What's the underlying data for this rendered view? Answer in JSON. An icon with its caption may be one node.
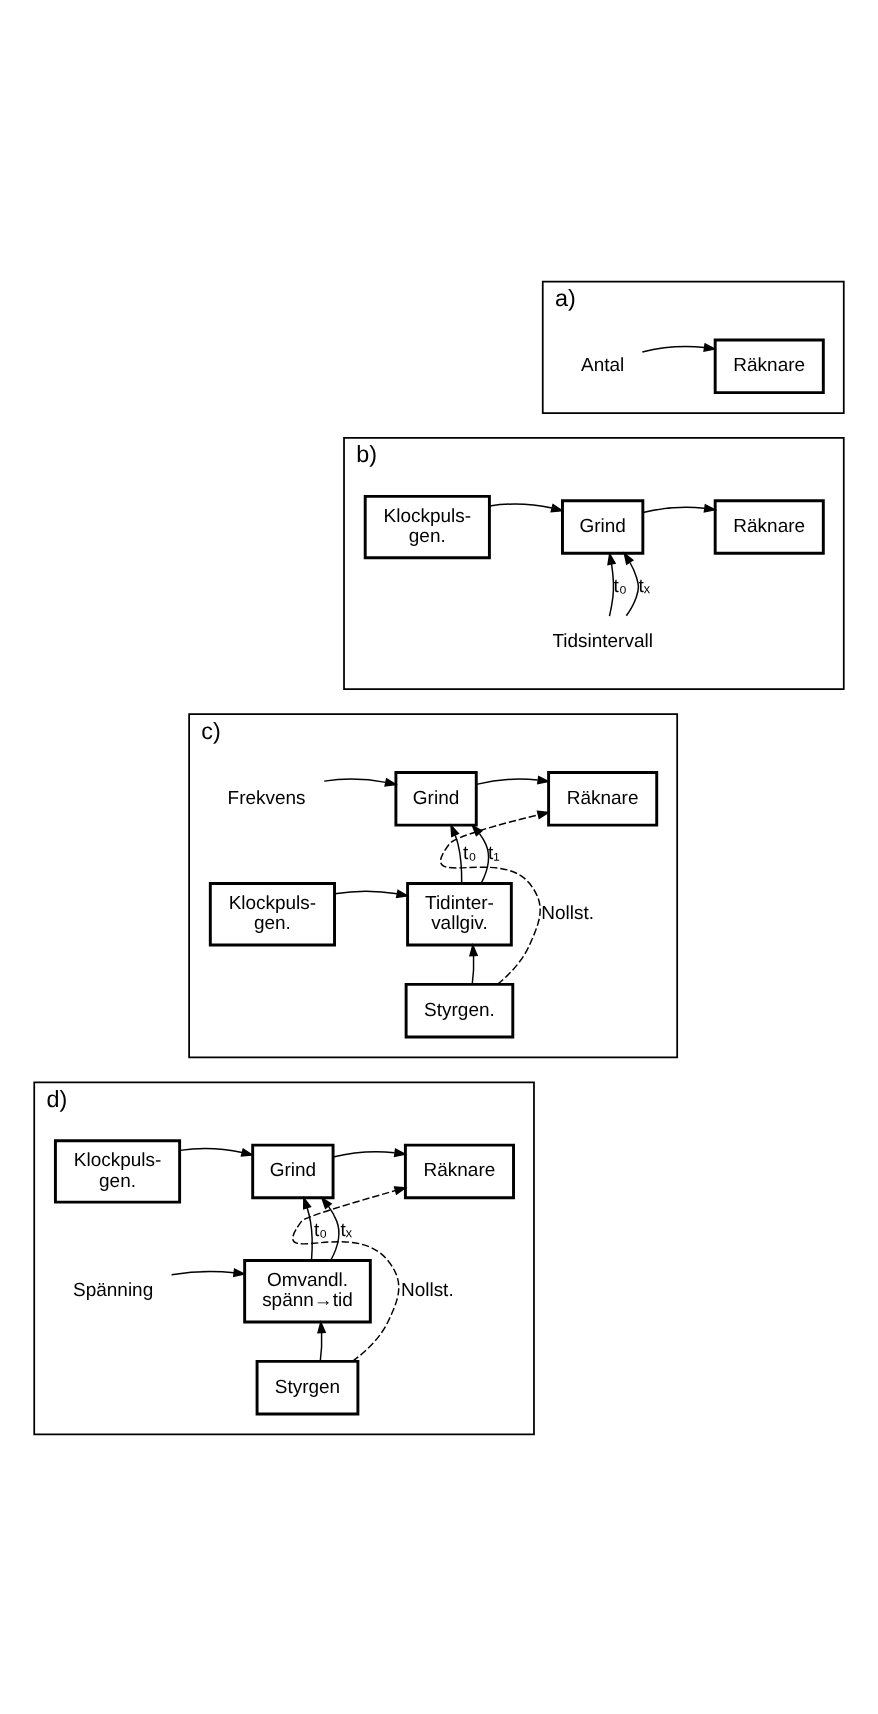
{
  "diagram": {
    "nodes": [
      {
        "text": [
          "a)"
        ]
      },
      {
        "text": [
          "Antal"
        ],
        "in": 0
      },
      {
        "text": [
          "Räknare"
        ],
        "in": 0
      },
      {
        "text": [
          "b)"
        ]
      },
      {
        "text": [
          "Klockpuls- gen."
        ],
        "in": 3
      },
      {
        "text": [
          "Grind"
        ],
        "in": 3
      },
      {
        "text": [
          "Räknare"
        ],
        "in": 3
      },
      {
        "text": [
          "Tidsintervall"
        ],
        "in": 3
      },
      {
        "text": [
          "c)"
        ]
      },
      {
        "text": [
          "Frekvens"
        ],
        "in": 8
      },
      {
        "text": [
          "Grind"
        ],
        "in": 8
      },
      {
        "text": [
          "Räknare"
        ],
        "in": 8
      },
      {
        "text": [
          "Klockpuls- gen."
        ],
        "in": 8
      },
      {
        "text": [
          "Tidinter- vallgiv."
        ],
        "in": 8
      },
      {
        "text": [
          "Styrgen."
        ],
        "in": 8
      },
      {
        "text": [
          "d)"
        ]
      },
      {
        "text": [
          "Klockpuls- gen."
        ],
        "in": 15
      },
      {
        "text": [
          "Grind"
        ],
        "in": 15
      },
      {
        "text": [
          "Räknare"
        ],
        "in": 15
      },
      {
        "text": [
          "Spänning"
        ],
        "in": 15
      },
      {
        "text": [
          "Omvandl. spänn→tid"
        ],
        "in": 15
      },
      {
        "text": [
          "Styrgen"
        ],
        "in": 15
      }
    ],
    "edges": [
      {
        "from": 1,
        "to": 2,
        "arrow": "to"
      },
      {
        "from": 4,
        "to": 5,
        "arrow": "to"
      },
      {
        "from": 5,
        "to": 6,
        "arrow": "to"
      },
      {
        "from": 7,
        "to": 5,
        "arrow": "to",
        "label": "t₀"
      },
      {
        "from": 7,
        "to": 5,
        "arrow": "to",
        "label": "tₓ"
      },
      {
        "from": 9,
        "to": 10,
        "arrow": "to"
      },
      {
        "from": 10,
        "to": 11,
        "arrow": "to"
      },
      {
        "from": 13,
        "to": 10,
        "arrow": "to",
        "label": "t₀"
      },
      {
        "from": 13,
        "to": 10,
        "arrow": "to",
        "label": "t₁"
      },
      {
        "from": 12,
        "to": 13,
        "arrow": "to"
      },
      {
        "from": 14,
        "to": 13,
        "arrow": "to"
      },
      {
        "from": 14,
        "to": 11,
        "arrow": "to",
        "label": "Nollst.",
        "style": "dashed"
      },
      {
        "from": 16,
        "to": 17,
        "arrow": "to"
      },
      {
        "from": 17,
        "to": 18,
        "arrow": "to"
      },
      {
        "from": 20,
        "to": 17,
        "arrow": "to",
        "label": "t₀"
      },
      {
        "from": 20,
        "to": 17,
        "arrow": "to",
        "label": "tₓ"
      },
      {
        "from": 19,
        "to": 20,
        "arrow": "to"
      },
      {
        "from": 21,
        "to": 20,
        "arrow": "to"
      },
      {
        "from": 21,
        "to": 18,
        "arrow": "to",
        "label": "Nollst.",
        "style": "dashed"
      }
    ]
  }
}
